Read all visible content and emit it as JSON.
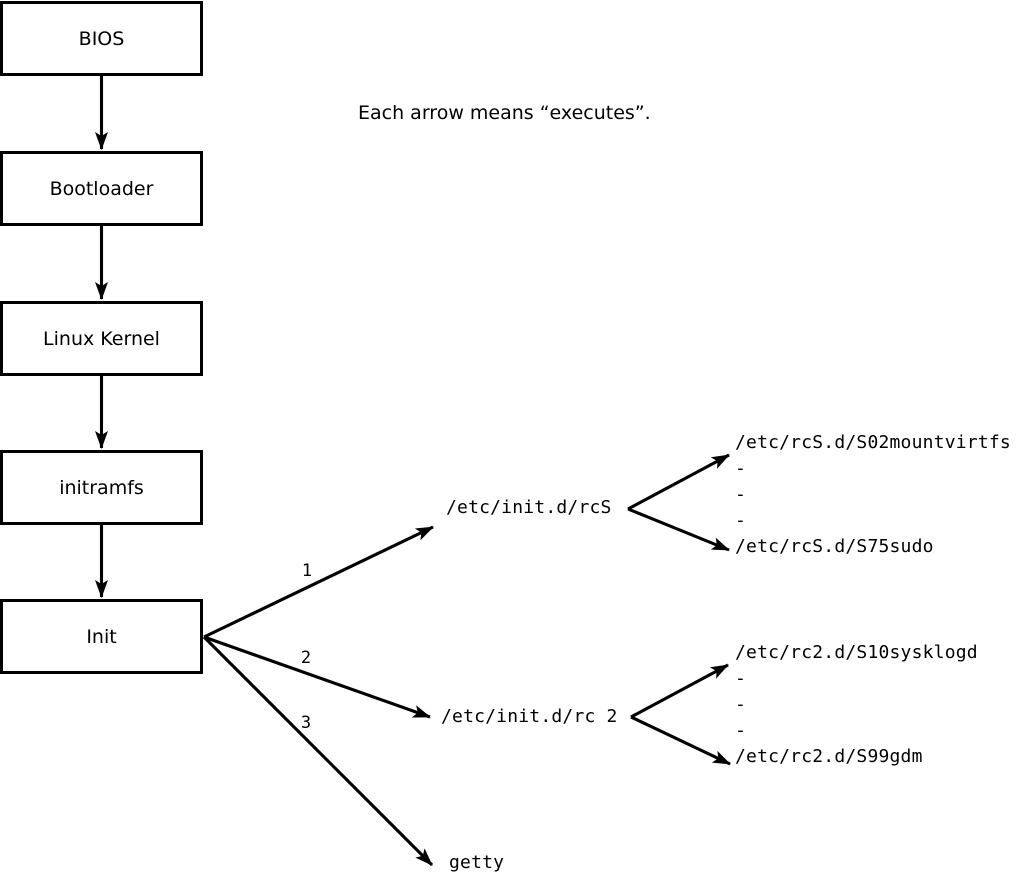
{
  "caption": "Each arrow means “executes”.",
  "colors": {
    "ink": "#000000",
    "background": "#ffffff"
  },
  "nodes": [
    {
      "label": "BIOS"
    },
    {
      "label": "Bootloader"
    },
    {
      "label": "Linux Kernel"
    },
    {
      "label": "initramfs"
    },
    {
      "label": "Init"
    }
  ],
  "fan": [
    {
      "number": "1",
      "target": "/etc/init.d/rcS",
      "children": [
        "/etc/rcS.d/S02mountvirtfs",
        "-",
        "-",
        "-",
        "/etc/rcS.d/S75sudo"
      ]
    },
    {
      "number": "2",
      "target": "/etc/init.d/rc 2",
      "children": [
        "/etc/rc2.d/S10sysklogd",
        "-",
        "-",
        "-",
        "/etc/rc2.d/S99gdm"
      ]
    },
    {
      "number": "3",
      "target": "getty"
    }
  ]
}
